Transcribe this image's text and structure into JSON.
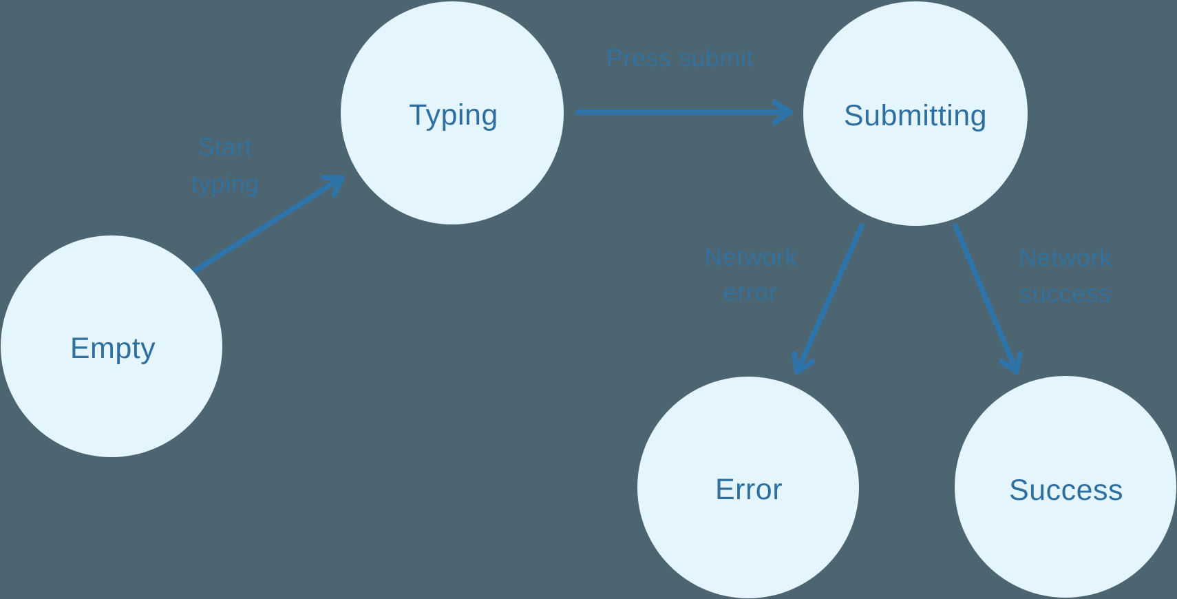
{
  "diagram": {
    "kind": "state-machine",
    "colors": {
      "background": "#4C6570",
      "node_fill": "#E4F5FD",
      "node_text": "#2E6F9F",
      "arrow": "#2E74A8",
      "edge_label": "#2E74A8"
    },
    "nodes": [
      {
        "id": "empty",
        "label": "Empty"
      },
      {
        "id": "typing",
        "label": "Typing"
      },
      {
        "id": "submitting",
        "label": "Submitting"
      },
      {
        "id": "error",
        "label": "Error"
      },
      {
        "id": "success",
        "label": "Success"
      }
    ],
    "edges": [
      {
        "from": "Empty",
        "to": "Typing",
        "label": "Start typing",
        "label_lines": [
          "Start",
          "typing"
        ]
      },
      {
        "from": "Typing",
        "to": "Submitting",
        "label": "Press submit",
        "label_lines": [
          "Press submit"
        ]
      },
      {
        "from": "Submitting",
        "to": "Error",
        "label": "Network error",
        "label_lines": [
          "Network",
          "error"
        ]
      },
      {
        "from": "Submitting",
        "to": "Success",
        "label": "Network success",
        "label_lines": [
          "Network",
          "success"
        ]
      }
    ]
  }
}
